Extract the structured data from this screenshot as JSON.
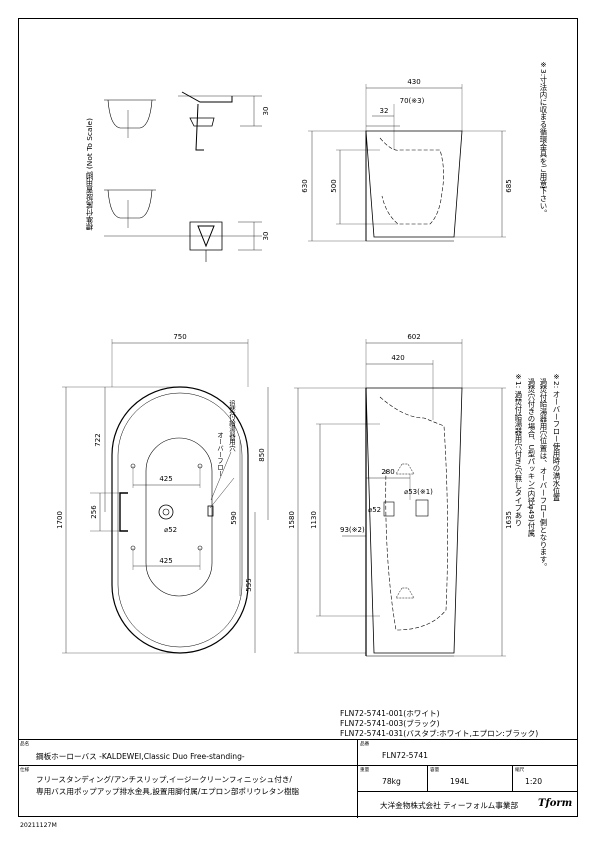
{
  "notes": {
    "side_title": "標準付属設置用脚 (Not To Scale)",
    "note3": "※3:寸法内に収まる循環金具をご用意下さい。",
    "note1_line1": "※1: 過焚付給湯器用穴付き/穴無しタイプあり",
    "note1_line2": "過焚穴付きの場合、U型パッキン(内径φ49)付属",
    "note1_line3": "過焚付給湯器用穴位置は、オーバーフロー側となります。",
    "note2": "※2: オーバーフロー使用時の満水位置"
  },
  "labels": {
    "faucet_hole": "追焚付給湯器用穴",
    "overflow": "オーバーフロー"
  },
  "dims": {
    "d430": "430",
    "d70": "70(※3)",
    "d32": "32",
    "d630": "630",
    "d500": "500",
    "d685": "685",
    "d30a": "30",
    "d30b": "30",
    "d750": "750",
    "d722": "722",
    "d850": "850",
    "d1700": "1700",
    "d256": "256",
    "d425a": "425",
    "d425b": "425",
    "d52": "⌀52",
    "d590": "590",
    "d555": "555",
    "d602": "602",
    "d420": "420",
    "d280": "280",
    "d53": "⌀53(※1)",
    "d52b": "⌀52",
    "d93": "93(※2)",
    "d1580": "1580",
    "d1130": "1130",
    "d1635": "1635"
  },
  "models": {
    "m1": "FLN72-5741-001(ホワイト)",
    "m2": "FLN72-5741-003(ブラック)",
    "m3": "FLN72-5741-031(バスタブ:ホワイト,エプロン:ブラック)"
  },
  "title_block": {
    "name_label": "品名",
    "name_value": "鋼板ホーローバス -KALDEWEI,Classic Duo Free-standing-",
    "code_label": "品番",
    "code_value": "FLN72-5741",
    "spec_label": "仕様",
    "spec_line1": "フリースタンディング/アンチスリップ,イージークリーンフィニッシュ付き/",
    "spec_line2": "専用バス用ポップアップ排水金具,設置用脚付属/エプロン部ポリウレタン樹脂",
    "weight_label": "重量",
    "weight_value": "78kg",
    "capacity_label": "容量",
    "capacity_value": "194L",
    "scale_label": "縮尺",
    "scale_value": "1:20",
    "company": "大洋金物株式会社 ティーフォルム事業部",
    "logo": "Tform"
  },
  "footer_code": "20211127M"
}
